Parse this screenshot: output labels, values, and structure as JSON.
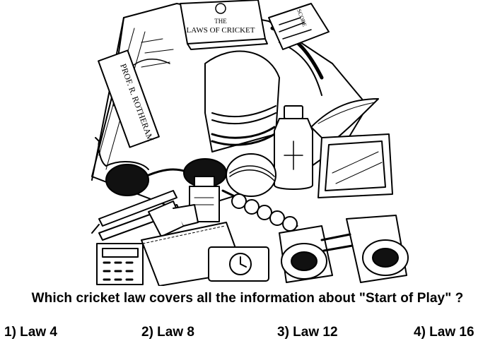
{
  "illustration": {
    "book_title_line1": "THE",
    "book_title_line2": "LAWS OF CRICKET",
    "bag_tag": "PROF. R. ROTHERAM",
    "card_label": "SCORE"
  },
  "question": "Which cricket law covers all the information about \"Start of Play\" ?",
  "options": [
    "1) Law 4",
    "2) Law 8",
    "3) Law 12",
    "4) Law 16"
  ]
}
